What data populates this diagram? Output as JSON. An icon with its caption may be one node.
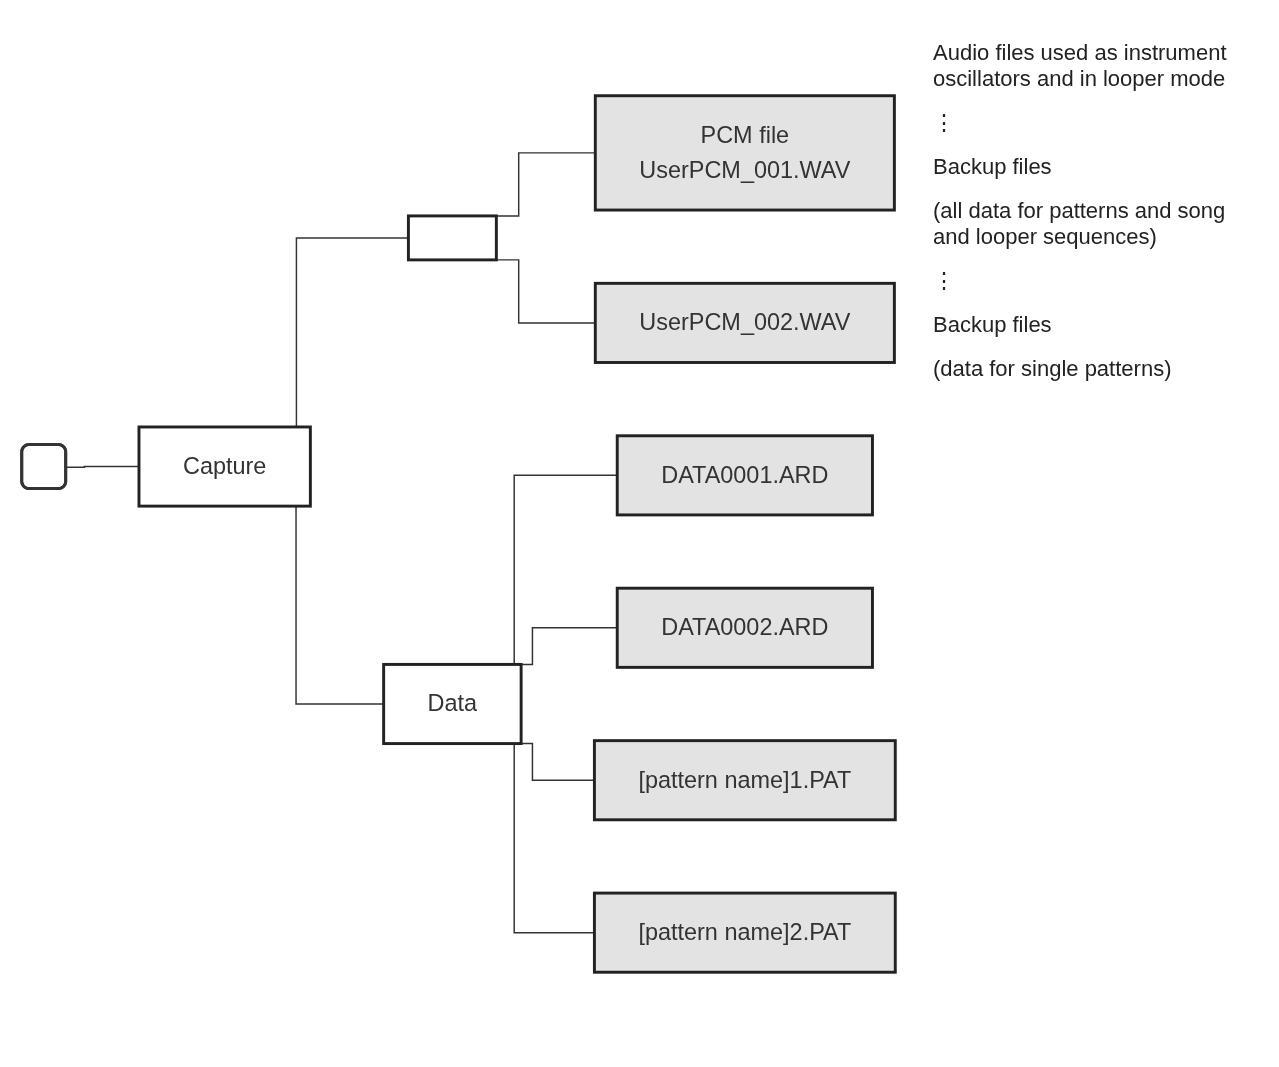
{
  "diagram": {
    "nodes": [
      {
        "text": [],
        "shape": "box"
      },
      {
        "text": [
          "Capture"
        ]
      },
      {
        "text": [],
        "shape": "folder"
      },
      {
        "text": [
          "PCM file",
          "UserPCM_001.WAV"
        ]
      },
      {
        "text": [
          "UserPCM_002.WAV"
        ]
      },
      {
        "text": [
          "Data"
        ]
      },
      {
        "text": [
          "DATA0001.ARD"
        ]
      },
      {
        "text": [
          "DATA0002.ARD"
        ]
      },
      {
        "text": [
          "[pattern name]1.PAT"
        ]
      },
      {
        "text": [
          "[pattern name]2.PAT"
        ]
      }
    ],
    "edges": [
      {
        "from": 0,
        "to": 1,
        "arrow": "none"
      },
      {
        "from": 1,
        "to": 2,
        "arrow": "none"
      },
      {
        "from": 1,
        "to": 5,
        "arrow": "none"
      },
      {
        "from": 2,
        "to": 3,
        "arrow": "none"
      },
      {
        "from": 2,
        "to": 4,
        "arrow": "none"
      },
      {
        "from": 5,
        "to": 6,
        "arrow": "none"
      },
      {
        "from": 5,
        "to": 7,
        "arrow": "none"
      },
      {
        "from": 5,
        "to": 8,
        "arrow": "none"
      },
      {
        "from": 5,
        "to": 9,
        "arrow": "none"
      }
    ],
    "labels": [
      "Audio files used as instrument oscillators and in looper mode",
      "⋮",
      "Backup files",
      "(all data for patterns and song and looper sequences)",
      "⋮",
      "Backup files",
      "(data for single patterns)"
    ]
  }
}
